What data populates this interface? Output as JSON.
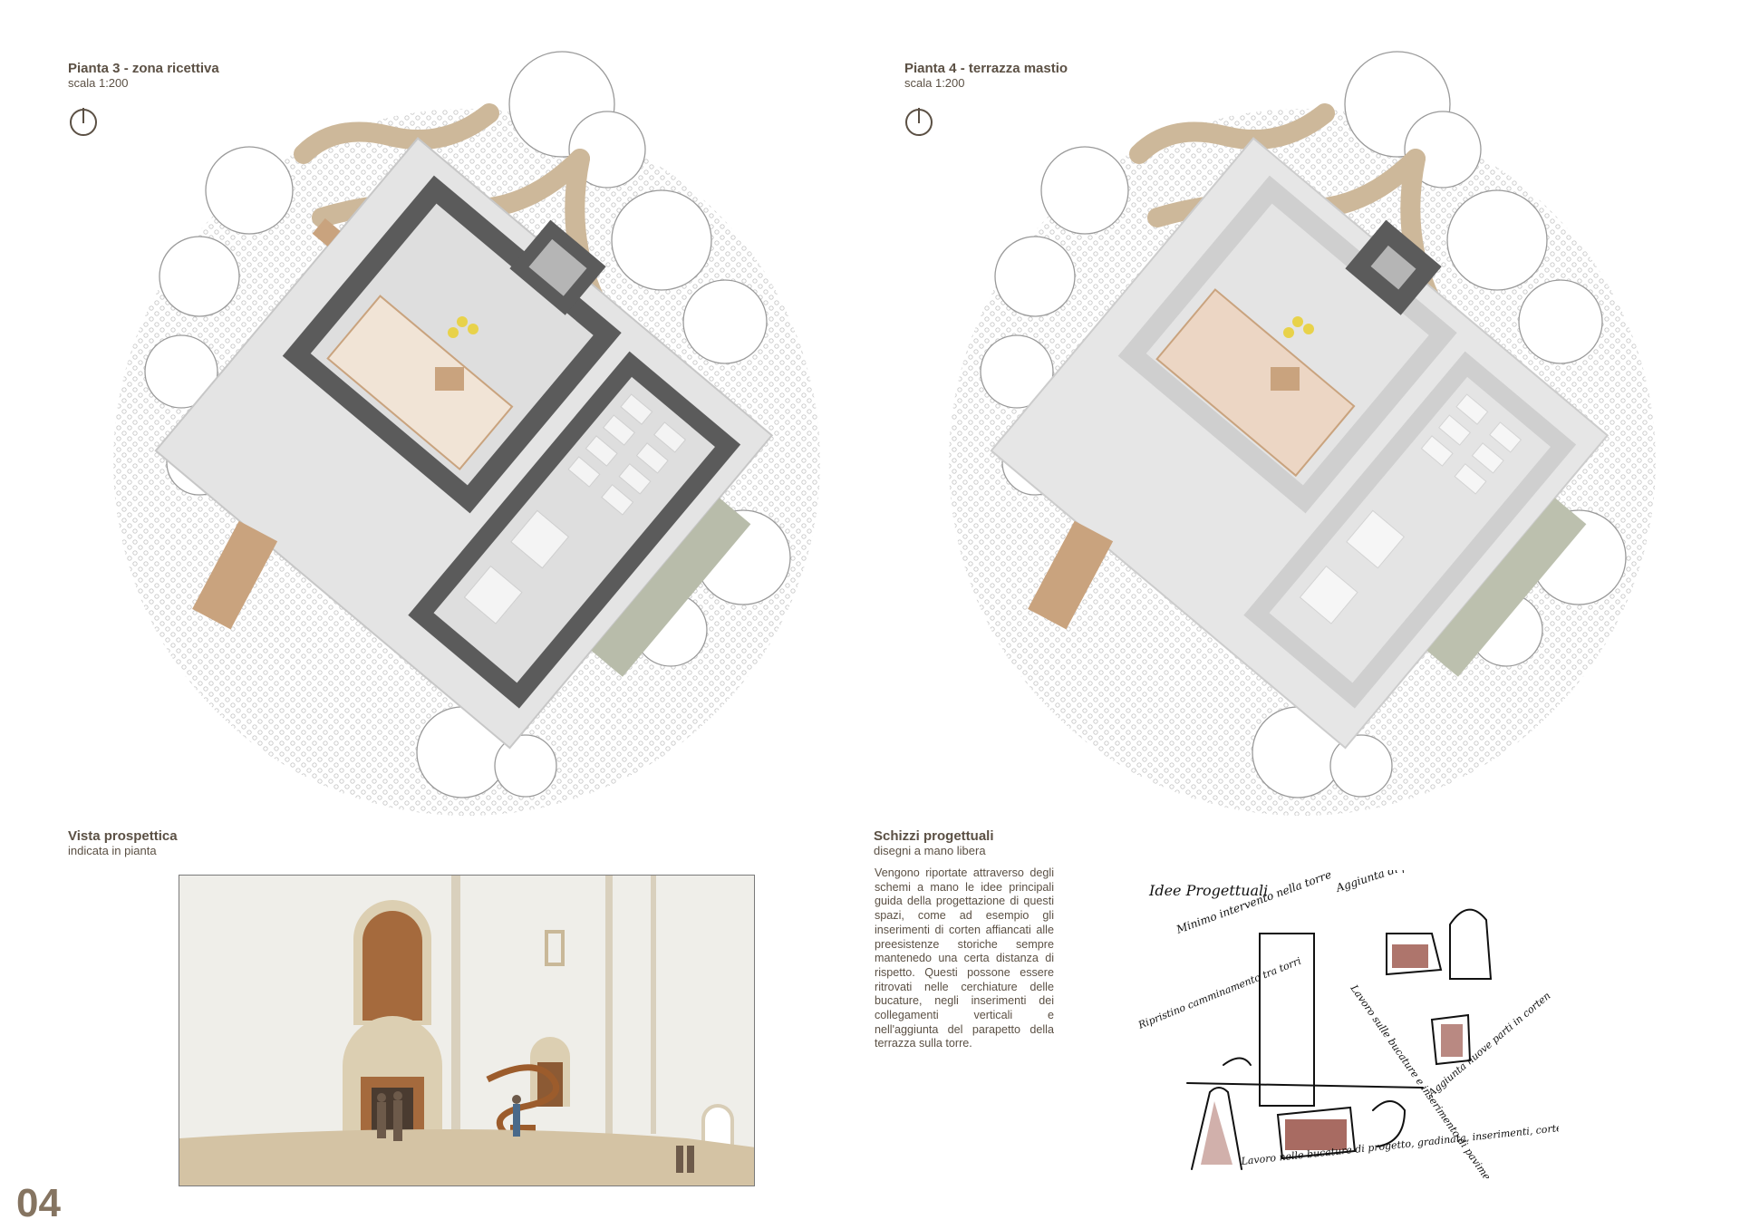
{
  "plan3": {
    "title": "Pianta 3 - zona ricettiva",
    "scale": "scala 1:200"
  },
  "plan4": {
    "title": "Pianta 4 - terrazza mastio",
    "scale": "scala 1:200"
  },
  "perspective": {
    "title": "Vista prospettica",
    "subtitle": "indicata in pianta"
  },
  "sketches": {
    "title": "Schizzi progettuali",
    "subtitle": "disegni a mano libera",
    "text": "Vengono riportate attraverso degli schemi a mano le idee principali guida della progettazione di questi spazi, come ad esempio gli inserimenti di corten affiancati alle preesistenze storiche sempre mantenedo una certa distanza di rispetto. Questi possone essere ritrovati nelle cerchiature delle bucature, negli inserimenti dei collegamenti verticali e nell'aggiunta del parapetto della terrazza sulla torre.",
    "notes": {
      "idee": "Idee Progettuali",
      "aggiunta": "Aggiunta di parti utili al progetto",
      "minimo": "Minimo intervento nella torre",
      "ripristino": "Ripristino camminamento tra torri",
      "lavoro": "Lavoro sulle bucature e inserimento di pavimenti",
      "aggiunte": "Aggiunta nuove parti in corten",
      "lavoro2": "Lavoro nelle bucature di progetto, gradinata, inserimenti, corten"
    }
  },
  "page_number": "04",
  "colors": {
    "wall": "#5b5b5b",
    "floor": "#dedede",
    "corten": "#c9a37e",
    "path": "#cdb89a",
    "text": "#5b5044"
  }
}
